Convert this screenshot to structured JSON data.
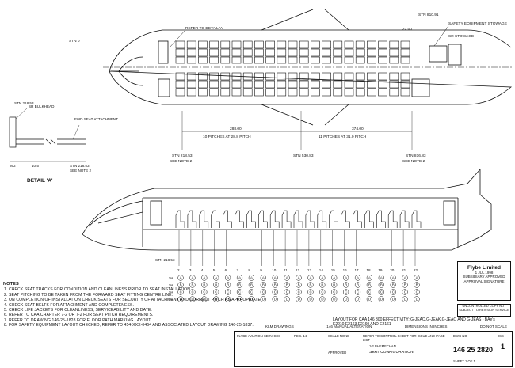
{
  "plan": {
    "detail_ref": "REFER TO DETAIL 'A'",
    "stn_left": "STN 0",
    "stn_right": "STN 810.91",
    "dim_top_right": "22.00",
    "safety_equipment": "SAFETY EQUIPMENT STOWAGE",
    "sr_stowage": "SR STOWAGE",
    "dim_fwd": "288.00",
    "dim_aft": "374.00",
    "pitch_fwd": "10 PITCHES AT 28.8 PITCH",
    "pitch_aft": "11 PITCHES AT 31.0 PITCH",
    "stn_a_value": "STN 218.53",
    "stn_a_note": "SEE NOTE 2",
    "stn_mid": "STN 530.83",
    "stn_b_value": "STN 816.83",
    "stn_b_note": "SEE NOTE 2"
  },
  "detail": {
    "stn": "STN 218.53",
    "sr_bulkhead": "SR BULKHEAD",
    "fwd_seat_attachment": "FWD SEAT ATTACHMENT",
    "dim_left": "862",
    "dim_mid": "10.5",
    "stn_lower": "STN 218.53",
    "note": "SEE NOTE 2",
    "label": "DETAIL 'A'"
  },
  "profile": {
    "stn": "STN 218.53",
    "rows": [
      "2",
      "3",
      "4",
      "5",
      "6",
      "7",
      "8",
      "9",
      "10",
      "11",
      "12",
      "13",
      "14",
      "15",
      "16",
      "17",
      "18",
      "19",
      "20",
      "21",
      "22"
    ],
    "seat_letters": [
      "A",
      "B",
      "C",
      "D"
    ],
    "seat_header": "SH"
  },
  "notes": {
    "heading": "NOTES",
    "items": [
      "CHECK SEAT TRACKS FOR CONDITION AND CLEANLINESS PRIOR TO SEAT INSTALLATION.",
      "SEAT PITCHING TO BE TAKEN FROM THE FORWARD SEAT FITTING CENTRE LINE.",
      "ON COMPLETION OF INSTALLATION CHECK SEATS FOR SECURITY OF ATTACHMENT AND CORRECT PITCH AS APPROPRIATE.",
      "CHECK SEAT BELTS FOR ATTACHMENT AND COMPLETENESS.",
      "CHECK LIFE JACKETS FOR CLEANLINESS, SERVICEABILITY AND DATE.",
      "REFER TO CAA CHAPTER 7-2 OR 7-2 FOR SEAT PITCH REQUIREMENTS.",
      "REFER TO DRAWING 146-25-1828 FOR FLOOR PATH MARKING LAYOUT.",
      "FOR SAFETY EQUIPMENT LAYOUT CHECKED, REFER TO 454-XXX-0464 AND ASSOCIATED LAYOUT DRAWING 146-25-1837."
    ]
  },
  "layout_note": "LAYOUT FOR CAA 146 300 EFFECTIVITY: G-JEAO,G-JEAK,G-JEAO AND G-JEAS - BAe's E2210,E2163,E2160 AND E2161",
  "logo_box": {
    "logo": "Flybe Limited",
    "line1": "1 JUL 1998",
    "line2": "SUBSIDIARY APPROVED APPROVAL SIGNATURE"
  },
  "stamp": "UNCONTROLLED COPY NOT SUBJECT TO REVISION SERVICE",
  "title_block": {
    "hdr_left": "KLM DRAWINGS",
    "hdr_mid": "146 MANUAL ALTERATION",
    "hdr_mid2": "DIMENSIONS IN INCHES",
    "hdr_right": "DO NOT SCALE",
    "company": "FLYBE AVIATION SERVICES",
    "drawn": "REG. 14",
    "checked": "SCALE NONE",
    "approved": "APPROVED",
    "title1": "REFER TO CONTROL SHEET FOR ISSUE AND PAGE LIST",
    "title2": "1/2 BHEMECHAN",
    "title3": "SEAT CONFIGURATION",
    "dwg_label": "DWG NO",
    "dwg_no": "146 25 2820",
    "issue_label": "ISS",
    "issue": "1",
    "sheet": "SHEET 1 OF 1"
  }
}
